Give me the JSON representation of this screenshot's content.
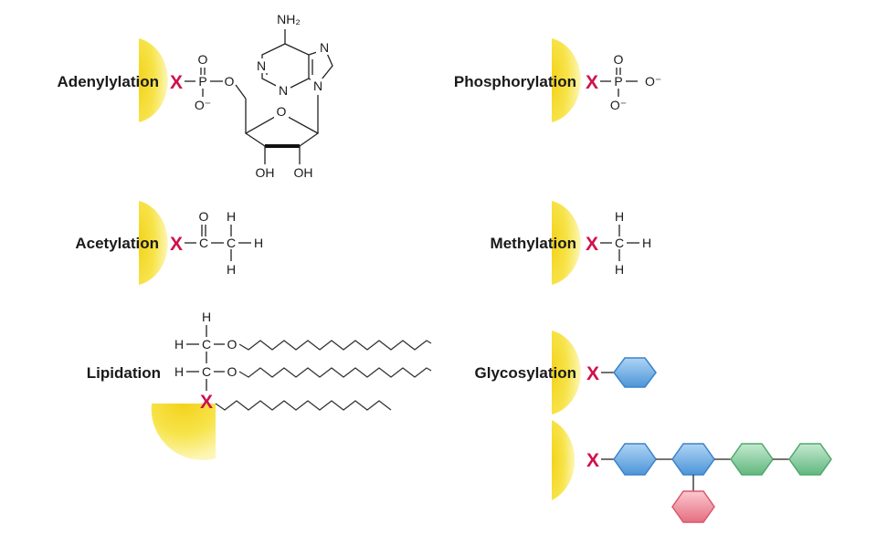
{
  "labels": {
    "adenylylation": "Adenylylation",
    "phosphorylation": "Phosphorylation",
    "acetylation": "Acetylation",
    "methylation": "Methylation",
    "lipidation": "Lipidation",
    "glycosylation": "Glycosylation"
  },
  "atoms": {
    "x": "X",
    "p": "P",
    "o": "O",
    "o_minus": "O⁻",
    "c": "C",
    "h": "H",
    "n": "N",
    "nh2": "NH₂",
    "oh": "OH"
  },
  "colors": {
    "protein": "#f7e23c",
    "x_mark": "#d0114a",
    "sugar_blue": "#64a9e6",
    "sugar_green": "#85cfa0",
    "sugar_pink": "#ee8f9c"
  }
}
